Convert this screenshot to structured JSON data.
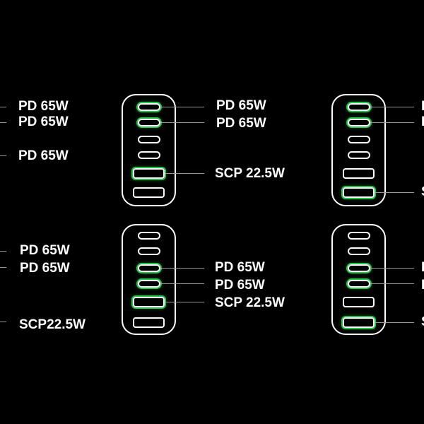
{
  "colors": {
    "background": "#000000",
    "outline": "#ffffff",
    "active_port_glow": "#27c24c",
    "leader_line": "#9a9a9a"
  },
  "labels": {
    "pd_65w": "PD 65W",
    "scp_22_5w": "SCP 22.5W",
    "scp22_5w": "SCP22.5W",
    "cut_p": "P",
    "cut_s": "S"
  },
  "diagrams": [
    {
      "name": "top-left",
      "ports": [
        {
          "type": "usb-c",
          "active": true
        },
        {
          "type": "usb-c",
          "active": true
        },
        {
          "type": "usb-c",
          "active": false
        },
        {
          "type": "usb-c",
          "active": false
        },
        {
          "type": "usb-a",
          "active": true
        },
        {
          "type": "usb-a",
          "active": false
        }
      ]
    },
    {
      "name": "top-right",
      "ports": [
        {
          "type": "usb-c",
          "active": true
        },
        {
          "type": "usb-c",
          "active": true
        },
        {
          "type": "usb-c",
          "active": false
        },
        {
          "type": "usb-c",
          "active": false
        },
        {
          "type": "usb-a",
          "active": false
        },
        {
          "type": "usb-a",
          "active": true
        }
      ]
    },
    {
      "name": "bottom-left",
      "ports": [
        {
          "type": "usb-c",
          "active": false
        },
        {
          "type": "usb-c",
          "active": false
        },
        {
          "type": "usb-c",
          "active": true
        },
        {
          "type": "usb-c",
          "active": true
        },
        {
          "type": "usb-a",
          "active": true
        },
        {
          "type": "usb-a",
          "active": false
        }
      ]
    },
    {
      "name": "bottom-right",
      "ports": [
        {
          "type": "usb-c",
          "active": false
        },
        {
          "type": "usb-c",
          "active": false
        },
        {
          "type": "usb-c",
          "active": true
        },
        {
          "type": "usb-c",
          "active": true
        },
        {
          "type": "usb-a",
          "active": false
        },
        {
          "type": "usb-a",
          "active": true
        }
      ]
    }
  ]
}
